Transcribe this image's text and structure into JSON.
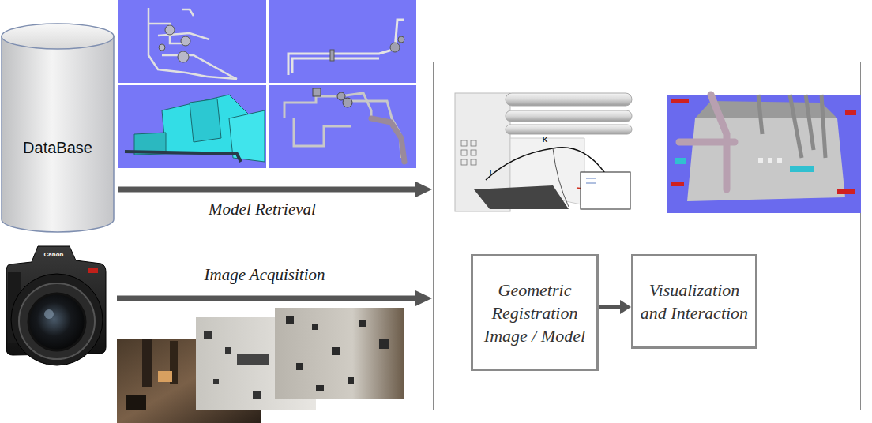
{
  "diagram": {
    "nodes": [
      {
        "text": [
          "DataBase"
        ]
      },
      {
        "text": [
          "Geometric Registration Image / Model"
        ]
      },
      {
        "text": [
          "Visualization and Interaction"
        ]
      }
    ],
    "edges": [
      {
        "from": 1,
        "to": 2,
        "arrow": "to"
      }
    ],
    "labels": [
      "Model Retrieval",
      "Image Acquisition",
      "Canon",
      "K",
      "T"
    ]
  }
}
